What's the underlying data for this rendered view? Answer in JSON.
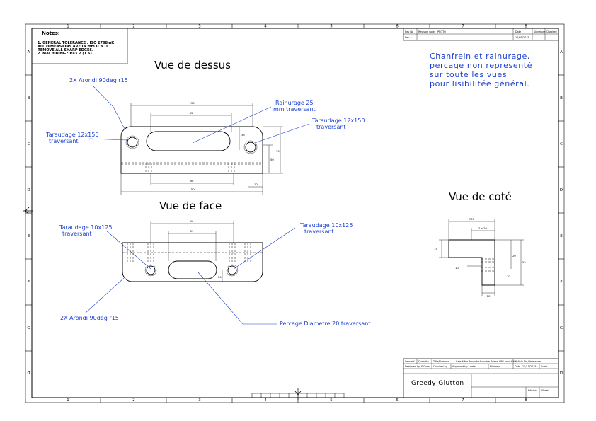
{
  "zones": {
    "columns": [
      "1",
      "2",
      "3",
      "4",
      "5",
      "6",
      "7",
      "8"
    ],
    "rows": [
      "A",
      "B",
      "C",
      "D",
      "E",
      "F",
      "G",
      "H"
    ]
  },
  "notes": {
    "title": "Notes:",
    "lines": [
      "1. GENERAL TOLERANCE : ISO 2768mK",
      "ALL DIMENSIONS ARE IN mm U.N.O",
      "REMOVE ALL SHARP EDGES.",
      "2. MACHINING : Ra3.2 (1.6)"
    ]
  },
  "revision_table": {
    "headers": [
      "Rev No",
      "Revision note",
      "Date",
      "Signature",
      "Checked"
    ],
    "rows": [
      [
        "Rev A",
        "PROTO",
        "15/01/2015",
        "",
        ""
      ]
    ]
  },
  "general_note": [
    "Chanfrein et rainurage,",
    "percage non representé",
    "sur toute les vues",
    "pour lisibilitée général."
  ],
  "views": {
    "top": "Vue de dessus",
    "front": "Vue de face",
    "side": "Vue de coté"
  },
  "annotations": {
    "top_fillet": "2X Arondi 90deg r15",
    "top_slot": [
      "Rainurage 25",
      "mm traversant"
    ],
    "top_tap_left": [
      "Taraudage 12x150",
      "traversant"
    ],
    "top_tap_right": [
      "Taraudage 12x150",
      "traversant"
    ],
    "front_tap_left": [
      "Taraudage 10x125",
      "traversant"
    ],
    "front_tap_right": [
      "Taraudage 10x125",
      "traversant"
    ],
    "front_fillet": "2X Arondi 90deg r15",
    "front_drill": "Percage Diametre 20 traversant"
  },
  "dimensions": {
    "top": {
      "overall_span": "130",
      "slot_length": "85",
      "small_height": "35",
      "height_a": "50",
      "height_b": "70",
      "bottom_inner": "90",
      "bottom_overall": "150",
      "side_small": "10"
    },
    "front": {
      "top_span": "90",
      "slot_span": "51",
      "side_small": "20"
    },
    "side": {
      "overall_width": "C30",
      "inner_width": "2 x 20",
      "left_height": "15",
      "height_a": "20",
      "height_b": "52",
      "small_a": "10",
      "small_b": "10",
      "bottom": "10"
    }
  },
  "title_block": {
    "cells": [
      "Item ref",
      "Quantity",
      "Title/Number",
      "Article No./Reference",
      "Designed by",
      "Checked by",
      "Approved by - date",
      "Filename",
      "Date",
      "Scale",
      "Edition",
      "Sheet"
    ],
    "values": {
      "designer": "S.Guest",
      "title": "Cale élèvr Perrache Rondine Ariane 98B pour HXO",
      "date": "15/11/2015"
    },
    "company": "Greedy Glutton"
  }
}
